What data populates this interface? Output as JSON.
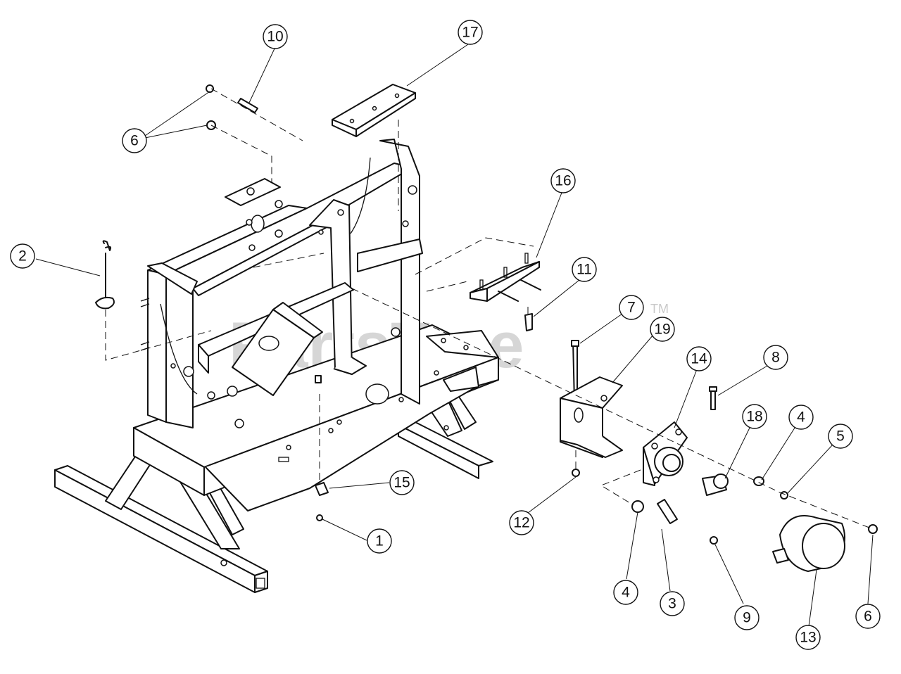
{
  "watermark": {
    "brand": "PartsTree",
    "tm": "TM",
    "color": "#c9c9c9"
  },
  "callouts": [
    {
      "id": "c10",
      "label": "10"
    },
    {
      "id": "c17",
      "label": "17"
    },
    {
      "id": "c6a",
      "label": "6"
    },
    {
      "id": "c16",
      "label": "16"
    },
    {
      "id": "c2",
      "label": "2"
    },
    {
      "id": "c11",
      "label": "11"
    },
    {
      "id": "c7",
      "label": "7"
    },
    {
      "id": "c19",
      "label": "19"
    },
    {
      "id": "c14",
      "label": "14"
    },
    {
      "id": "c8",
      "label": "8"
    },
    {
      "id": "c18",
      "label": "18"
    },
    {
      "id": "c4a",
      "label": "4"
    },
    {
      "id": "c5",
      "label": "5"
    },
    {
      "id": "c15",
      "label": "15"
    },
    {
      "id": "c12",
      "label": "12"
    },
    {
      "id": "c1",
      "label": "1"
    },
    {
      "id": "c4b",
      "label": "4"
    },
    {
      "id": "c3",
      "label": "3"
    },
    {
      "id": "c9",
      "label": "9"
    },
    {
      "id": "c6b",
      "label": "6"
    },
    {
      "id": "c13",
      "label": "13"
    }
  ]
}
